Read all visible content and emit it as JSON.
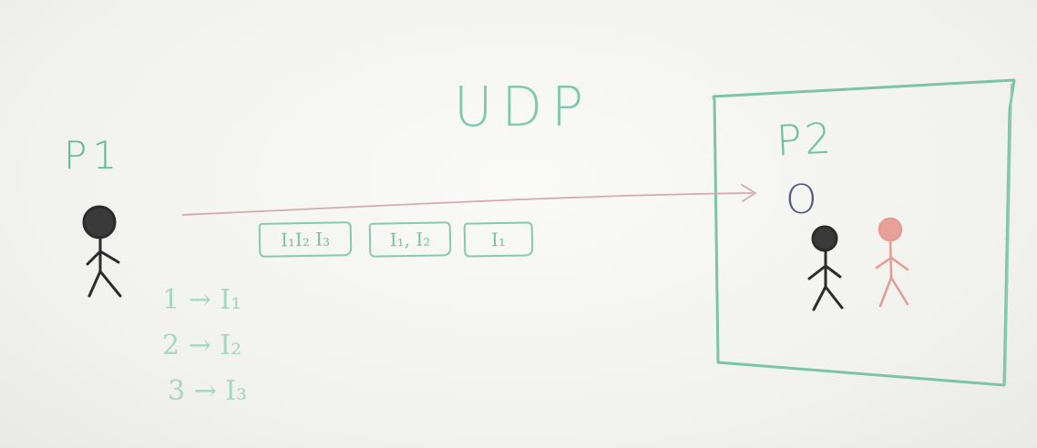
{
  "whiteboard": {
    "title": "UDP",
    "sender": {
      "label": "P1"
    },
    "receiver": {
      "label": "P2",
      "placeholder_mark": "O"
    },
    "packets": [
      {
        "label": "I₁I₂ I₃"
      },
      {
        "label": "I₁, I₂"
      },
      {
        "label": "I₁"
      }
    ],
    "mapping": [
      {
        "text": "1 → I₁"
      },
      {
        "text": "2 → I₂"
      },
      {
        "text": "3 → I₃"
      }
    ],
    "colors": {
      "green_marker": "#6bbfa3",
      "black_marker": "#2b2b2b",
      "red_marker": "#e79a92",
      "blue_marker": "#4f5a86",
      "arrow": "#d4a3a3"
    }
  }
}
